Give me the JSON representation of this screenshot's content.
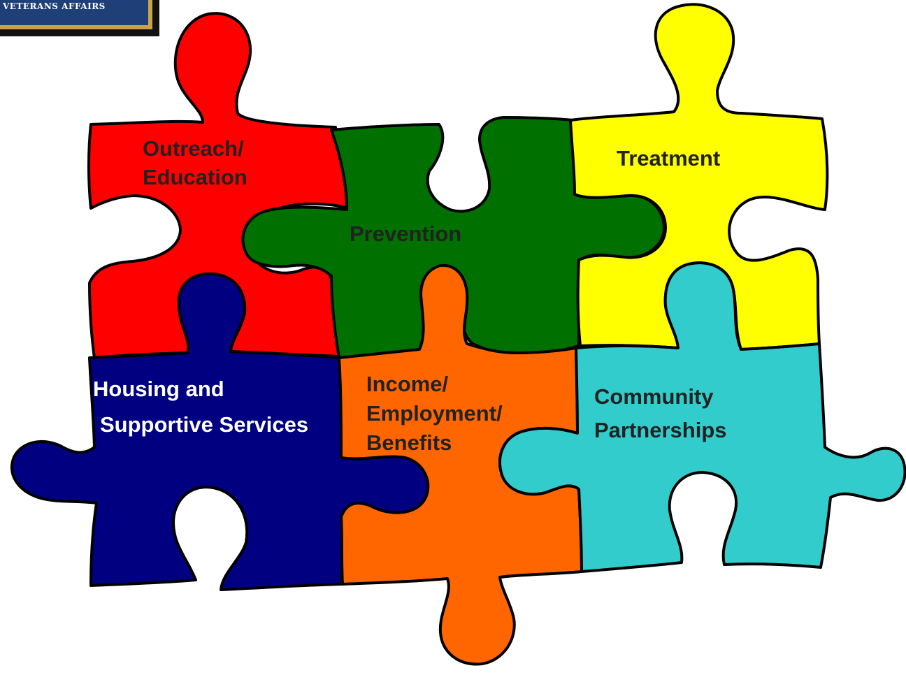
{
  "logo": {
    "text": "VETERANS AFFAIRS"
  },
  "pieces": {
    "outreach": {
      "line1": "Outreach/",
      "line2": "Education",
      "color": "#ff0000",
      "text_color": "#222222"
    },
    "prevention": {
      "line1": "Prevention",
      "color": "#007000",
      "text_color": "#222222"
    },
    "treatment": {
      "line1": "Treatment",
      "color": "#ffff00",
      "text_color": "#222222"
    },
    "housing": {
      "line1": "Housing and",
      "line2": "Supportive Services",
      "color": "#000080",
      "text_color": "#ffffff"
    },
    "income": {
      "line1": "Income/",
      "line2": "Employment/",
      "line3": "Benefits",
      "color": "#ff6600",
      "text_color": "#222222"
    },
    "community": {
      "line1": "Community",
      "line2": "Partnerships",
      "color": "#33cccc",
      "text_color": "#222222"
    }
  }
}
